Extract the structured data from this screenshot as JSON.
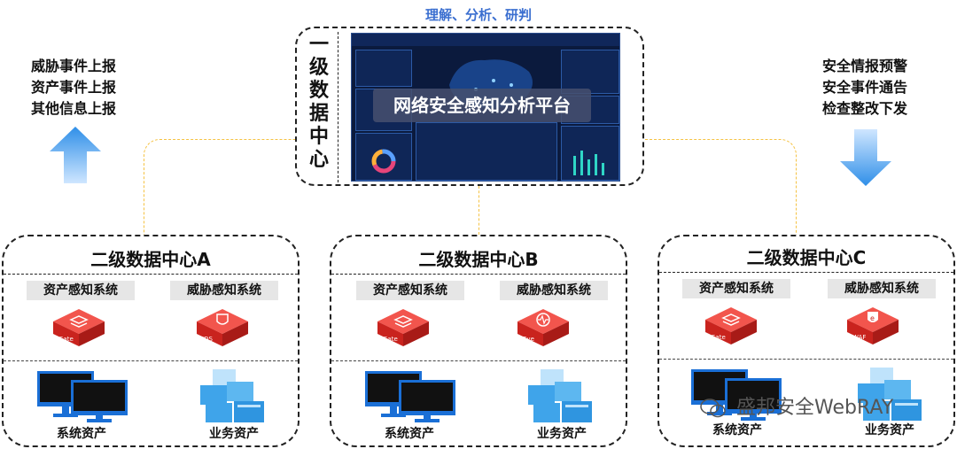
{
  "top_caption": "理解、分析、研判",
  "primary": {
    "title_chars": [
      "一",
      "级",
      "数",
      "据",
      "中",
      "心"
    ],
    "dashboard_banner": "网络安全感知分析平台"
  },
  "left_upload": [
    "威胁事件上报",
    "资产事件上报",
    "其他信息上报"
  ],
  "right_download": [
    "安全情报预警",
    "安全事件通告",
    "检查整改下发"
  ],
  "centers": [
    {
      "title": "二级数据中心A",
      "systems": [
        {
          "label": "资产感知系统",
          "icon": "Gate"
        },
        {
          "label": "威胁感知系统",
          "icon": "IDS"
        }
      ],
      "assets": [
        "系统资产",
        "业务资产"
      ]
    },
    {
      "title": "二级数据中心B",
      "systems": [
        {
          "label": "资产感知系统",
          "icon": "Gate"
        },
        {
          "label": "威胁感知系统",
          "icon": "Eye"
        }
      ],
      "assets": [
        "系统资产",
        "业务资产"
      ]
    },
    {
      "title": "二级数据中心C",
      "systems": [
        {
          "label": "资产感知系统",
          "icon": "Gate"
        },
        {
          "label": "威胁感知系统",
          "icon": "WAF"
        }
      ],
      "assets": [
        "系统资产",
        "业务资产"
      ]
    }
  ],
  "watermark": "盛邦安全WebRAY",
  "colors": {
    "accent_blue": "#3b6fd0",
    "cube_red": "#e8322b",
    "dash_bg": "#0b1a3d",
    "connector": "#f5c242",
    "arrow_blue": "#2f8fe8"
  }
}
